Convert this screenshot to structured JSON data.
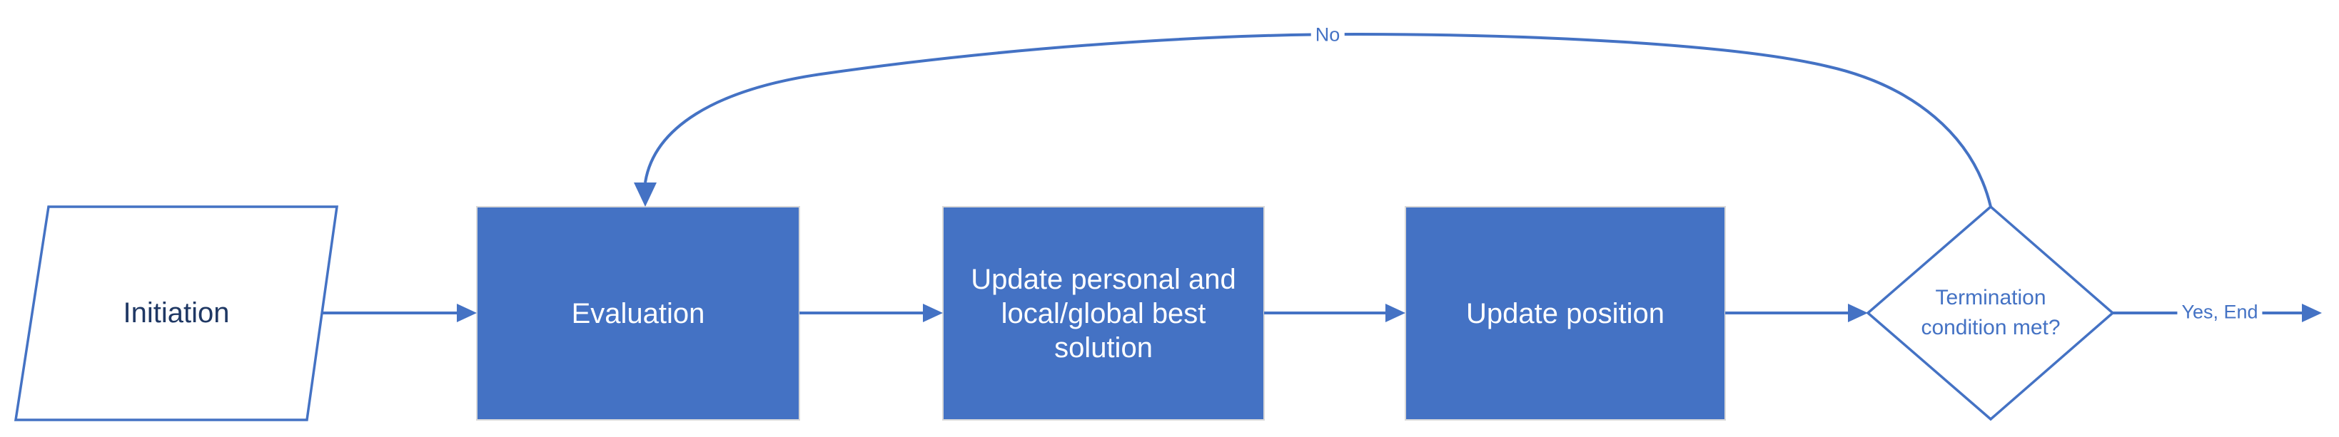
{
  "diagram": {
    "type": "flowchart",
    "nodes": [
      {
        "id": "initiation",
        "shape": "parallelogram",
        "label": "Initiation"
      },
      {
        "id": "evaluation",
        "shape": "process",
        "label": "Evaluation"
      },
      {
        "id": "update-best",
        "shape": "process",
        "label": "Update personal and local/global best solution"
      },
      {
        "id": "update-position",
        "shape": "process",
        "label": "Update position"
      },
      {
        "id": "termination",
        "shape": "decision",
        "label": "Termination condition met?"
      }
    ],
    "edges": [
      {
        "from": "initiation",
        "to": "evaluation",
        "label": ""
      },
      {
        "from": "evaluation",
        "to": "update-best",
        "label": ""
      },
      {
        "from": "update-best",
        "to": "update-position",
        "label": ""
      },
      {
        "from": "update-position",
        "to": "termination",
        "label": ""
      },
      {
        "from": "termination",
        "to": "end",
        "label": "Yes, End"
      },
      {
        "from": "termination",
        "to": "evaluation",
        "label": "No"
      }
    ],
    "colors": {
      "background": "#FFFFFF",
      "process_fill": "#4472C4",
      "process_border": "#D9D9D9",
      "outline_shape_stroke": "#4472C4",
      "connector": "#4472C4",
      "process_text": "#FFFFFF",
      "initiation_text": "#1F3864",
      "decision_text": "#4472C4",
      "edge_label_text": "#4472C4"
    }
  }
}
